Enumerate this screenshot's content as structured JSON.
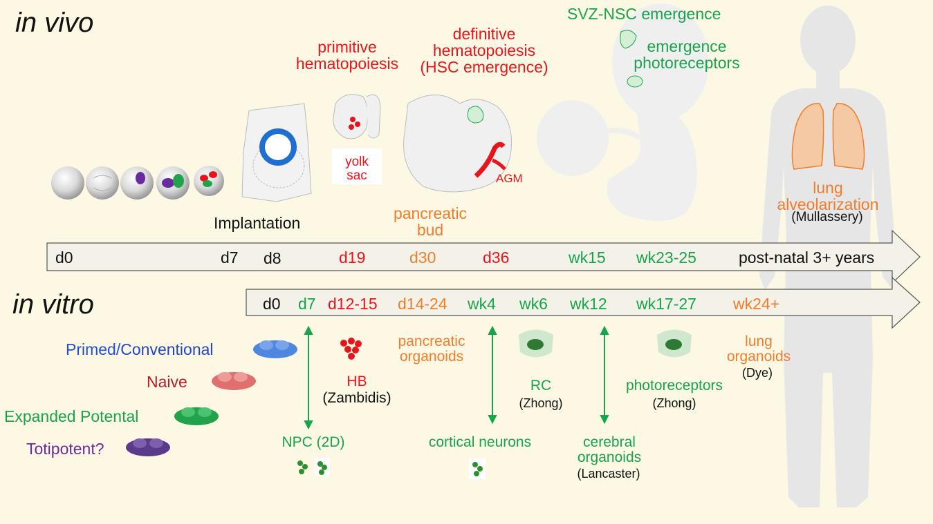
{
  "headers": {
    "in_vivo": "in vivo",
    "in_vitro": "in vitro"
  },
  "colors": {
    "red": "#e8141b",
    "green": "#16a54b",
    "orange": "#ee7d2d",
    "blue": "#2250d8",
    "dark_red": "#b71c24",
    "purple": "#6a2ba0",
    "background": "#fdf8e4"
  },
  "in_vivo_timeline": [
    "d0",
    "d7",
    "d8",
    "d19",
    "d30",
    "d36",
    "wk15",
    "wk23-25",
    "post-natal 3+ years"
  ],
  "in_vitro_timeline": [
    "d0",
    "d7",
    "d12-15",
    "d14-24",
    "wk4",
    "wk6",
    "wk12",
    "wk17-27",
    "wk24+"
  ],
  "in_vivo_labels": {
    "primitive": [
      "primitive",
      "hematopoiesis"
    ],
    "definitive": [
      "definitive",
      "hematopoiesis",
      "(HSC emergence)"
    ],
    "svz": "SVZ-NSC emergence",
    "photoreceptors": [
      "emergence",
      "photoreceptors"
    ],
    "yolk_sac": [
      "yolk",
      "sac"
    ],
    "agm": "AGM",
    "implantation": "Implantation",
    "pancreatic_bud": [
      "pancreatic",
      "bud"
    ],
    "lung": [
      "lung",
      "alveolarization"
    ],
    "lung_ref": "(Mullassery)"
  },
  "in_vitro_labels": {
    "pancreatic_organoids": [
      "pancreatic",
      "organoids"
    ],
    "hb": "HB",
    "hb_ref": "(Zambidis)",
    "rc": "RC",
    "rc_ref": "(Zhong)",
    "photoreceptors": "photoreceptors",
    "photoreceptors_ref": "(Zhong)",
    "lung_organoids": [
      "lung",
      "organoids"
    ],
    "lung_organoids_ref": "(Dye)",
    "npc": "NPC (2D)",
    "cortical": "cortical neurons",
    "cerebral": [
      "cerebral",
      "organoids"
    ],
    "cerebral_ref": "(Lancaster)"
  },
  "stem_cell_states": {
    "primed": "Primed/",
    "conventional": "Conventional",
    "naive": "Naive",
    "expanded": "Expanded Potental",
    "totipotent": "Totipotent?"
  }
}
